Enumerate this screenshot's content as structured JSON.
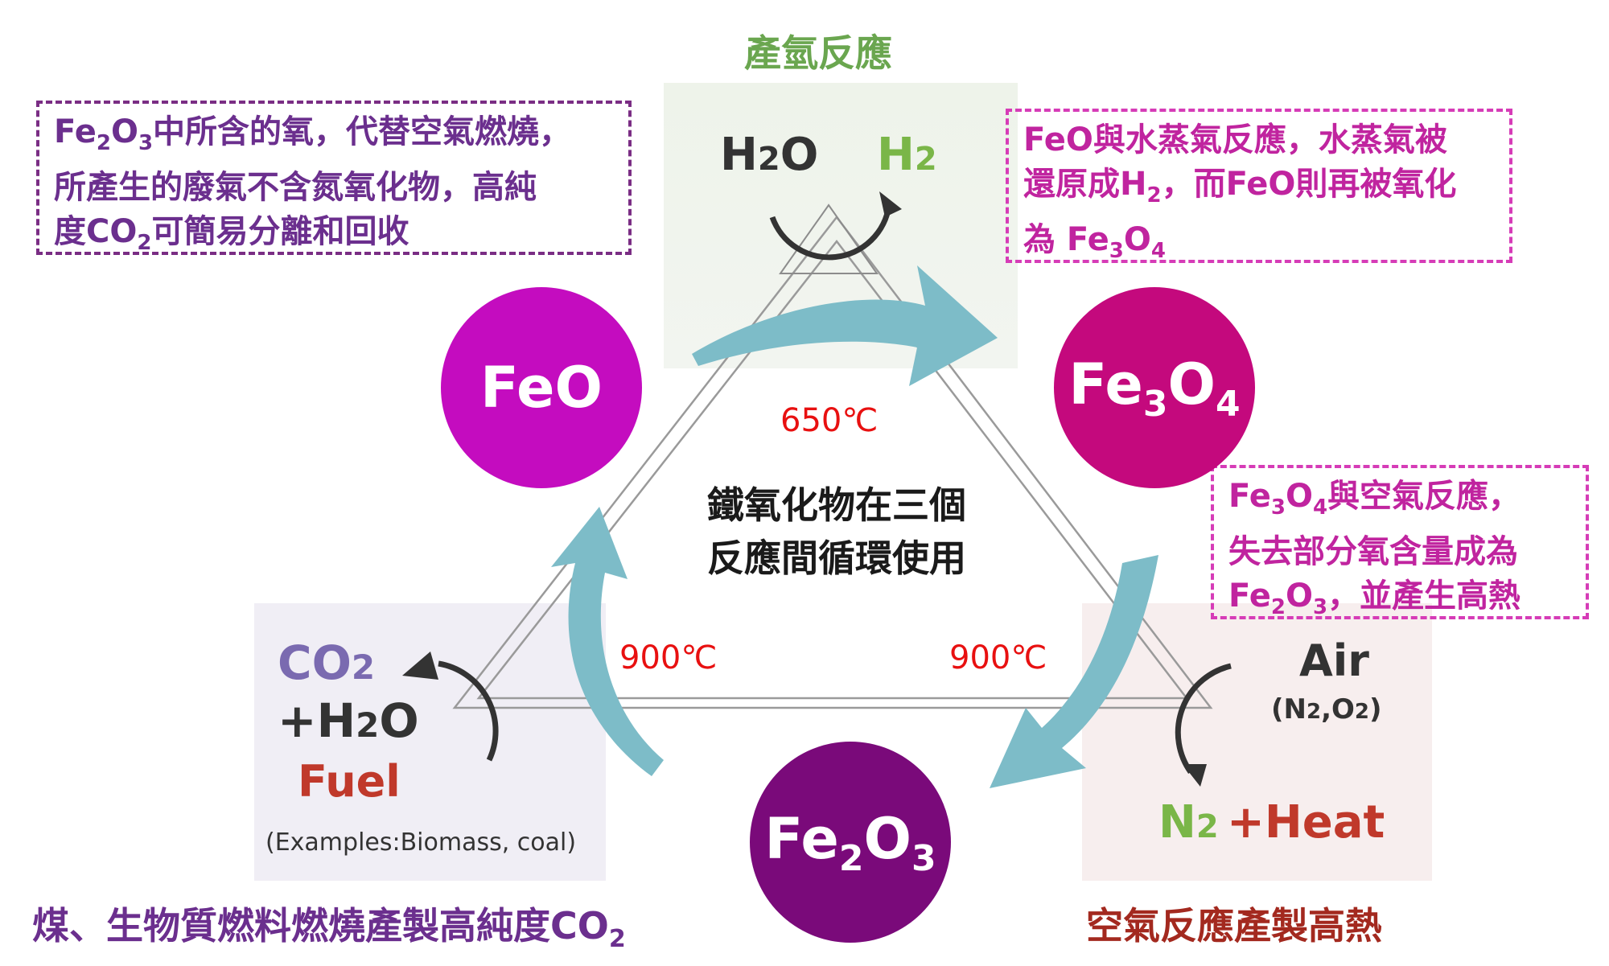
{
  "titles": {
    "top": "產氫反應",
    "bottom_left": "煤、生物質燃料燃燒產製高純度CO",
    "bottom_left_sub": "2",
    "bottom_right": "空氣反應產製高熱"
  },
  "notes": {
    "left": {
      "line1_a": "Fe",
      "line1_sub1": "2",
      "line1_b": "O",
      "line1_sub2": "3",
      "line1_c": "中所含的氧，代替空氣燃燒，",
      "line2": "所產生的廢氣不含氮氧化物，高純",
      "line3_a": "度CO",
      "line3_sub": "2",
      "line3_b": "可簡易分離和回收"
    },
    "right_top": {
      "line1": "FeO與水蒸氣反應，水蒸氣被",
      "line2_a": "還原成H",
      "line2_sub": "2",
      "line2_b": "，而FeO則再被氧化",
      "line3_a": "為 Fe",
      "line3_sub1": "3",
      "line3_b": "O",
      "line3_sub2": "4"
    },
    "right_mid": {
      "line1_a": "Fe",
      "line1_sub1": "3",
      "line1_b": "O",
      "line1_sub2": "4",
      "line1_c": "與空氣反應，",
      "line2": "失去部分氧含量成為",
      "line3_a": "Fe",
      "line3_sub1": "2",
      "line3_b": "O",
      "line3_sub2": "3",
      "line3_c": "，並產生高熱"
    }
  },
  "nodes": {
    "feo": "FeO",
    "fe3o4": {
      "a": "Fe",
      "s1": "3",
      "b": "O",
      "s2": "4"
    },
    "fe2o3": {
      "a": "Fe",
      "s1": "2",
      "b": "O",
      "s2": "3"
    }
  },
  "center_text": {
    "line1": "鐵氧化物在三個",
    "line2": "反應間循環使用"
  },
  "temperatures": {
    "top": "650℃",
    "left": "900℃",
    "right": "900℃"
  },
  "top_panel": {
    "in_a": "H",
    "in_sub": "2",
    "in_b": "O",
    "out_a": "H",
    "out_sub": "2"
  },
  "left_panel": {
    "co2_a": "CO",
    "co2_sub": "2",
    "h2o_a": "+H",
    "h2o_sub": "2",
    "h2o_b": "O",
    "fuel": "Fuel",
    "examples": "(Examples:Biomass, coal)"
  },
  "right_panel": {
    "air": "Air",
    "air_sub_a": "(N",
    "air_sub_s1": "2",
    "air_sub_b": ",O",
    "air_sub_s2": "2",
    "air_sub_c": ")",
    "n2_a": "N",
    "n2_sub": "2",
    "heat": "+Heat"
  },
  "colors": {
    "title_green": "#6aa64f",
    "title_purple": "#6b2f8e",
    "title_red": "#a3291f",
    "note_left_border": "#7a2d84",
    "note_right_border": "#d63cb7",
    "feo_circle": "#c40cbf",
    "fe3o4_circle": "#c4097d",
    "fe2o3_circle": "#7a0a7a",
    "arrow_teal": "#7dbcc8",
    "temp_red": "#e81010"
  }
}
